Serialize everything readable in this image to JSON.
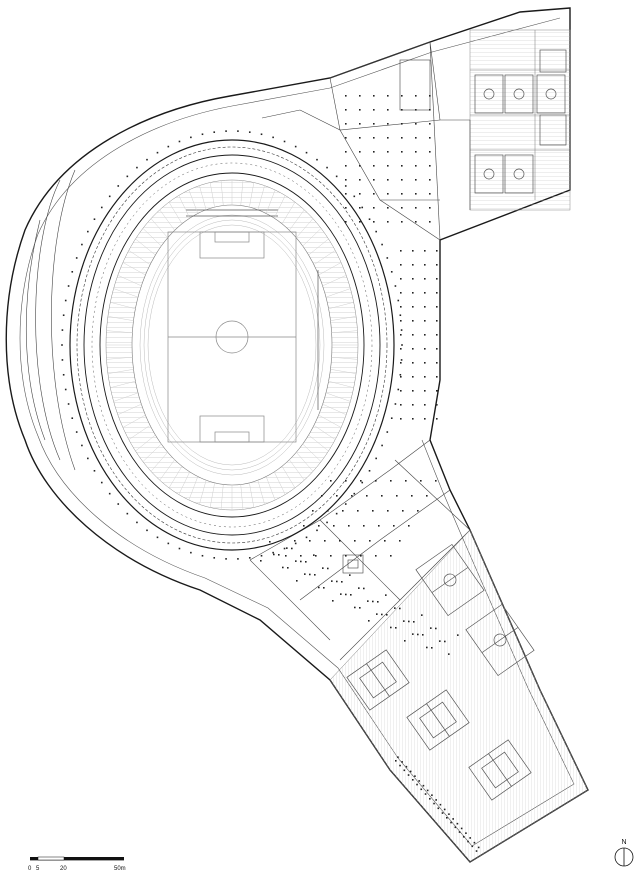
{
  "drawing": {
    "background": "#ffffff",
    "line_color": "#1a1a1a",
    "light_line_color": "#9a9a9a"
  },
  "scale_bar": {
    "ticks": [
      "0",
      "5",
      "20",
      "50m"
    ]
  },
  "north_arrow": {
    "label": "N",
    "icon": "north-arrow-icon"
  }
}
